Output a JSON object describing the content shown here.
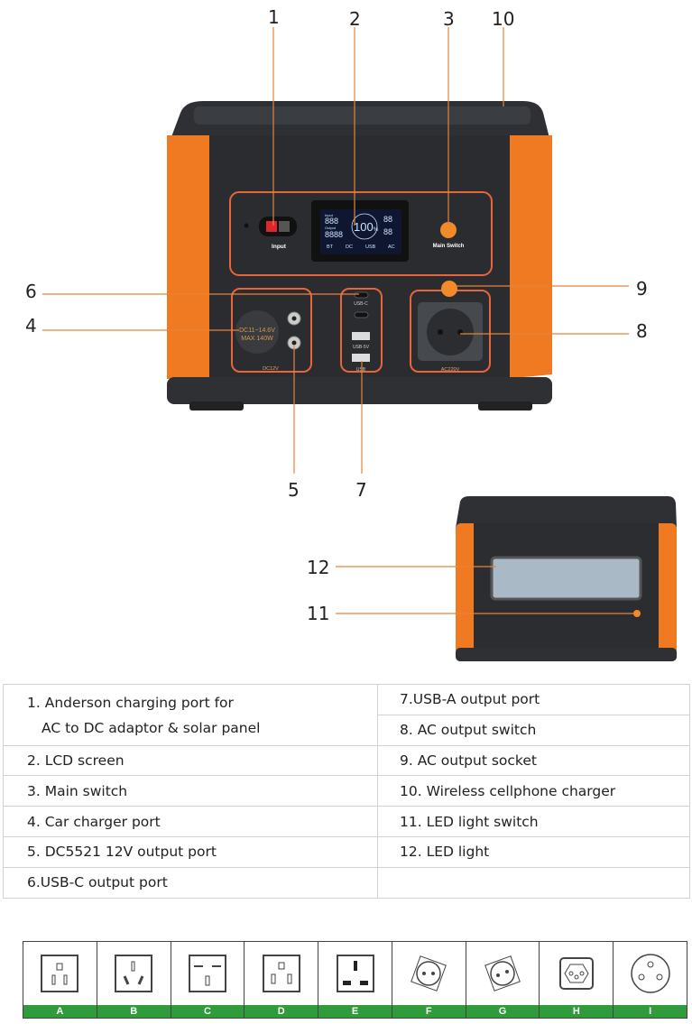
{
  "callouts": {
    "n1": "1",
    "n2": "2",
    "n3": "3",
    "n4": "4",
    "n5": "5",
    "n6": "6",
    "n7": "7",
    "n8": "8",
    "n9": "9",
    "n10": "10",
    "n11": "11",
    "n12": "12"
  },
  "device_labels": {
    "input": "Input",
    "main_switch": "Main Switch",
    "usb_c": "USB-C",
    "usb_5v": "USB-5V",
    "usb": "USB",
    "dc12v": "DC12V",
    "ac220v": "AC220V",
    "car_port_line1": "DC11~14.6V",
    "car_port_line2": "MAX 140W"
  },
  "lcd": {
    "input_label": "Input",
    "output_label": "Output",
    "input_value": "888",
    "output_value": "8888",
    "percent": "100",
    "percent_unit": "%",
    "hours": "88",
    "minutes": "88",
    "bt": "BT",
    "dc": "DC",
    "usb": "USB",
    "ac": "AC"
  },
  "spec_table": {
    "left": [
      "1. Anderson charging port for",
      "AC to DC adaptor & solar panel",
      "2. LCD screen",
      "3. Main switch",
      "4. Car charger port",
      "5. DC5521 12V output port",
      "6.USB-C output port"
    ],
    "right": [
      "7.USB-A output port",
      "8. AC output switch",
      "9. AC output socket",
      "10. Wireless cellphone charger",
      "11. LED light switch",
      "12. LED light"
    ]
  },
  "socket_types": [
    "A",
    "B",
    "C",
    "D",
    "E",
    "F",
    "G",
    "H",
    "I"
  ],
  "colors": {
    "orange": "#f07a22",
    "body": "#2b2d30",
    "green": "#2f9b3a",
    "lcd": "#0e1630"
  }
}
